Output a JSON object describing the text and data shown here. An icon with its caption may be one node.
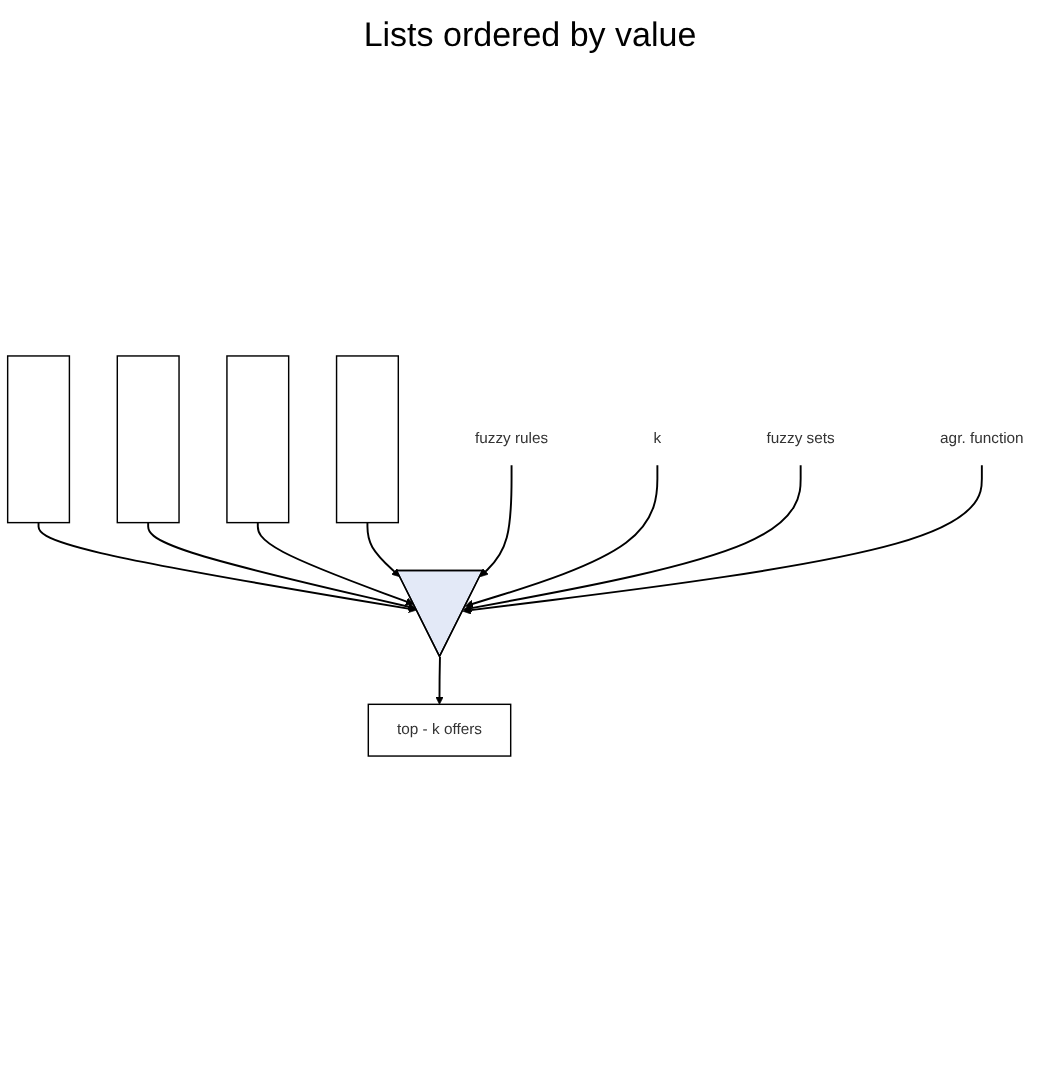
{
  "diagram": {
    "nodes": [
      {
        "text": [],
        "shape": "box"
      },
      {
        "text": [],
        "shape": "box"
      },
      {
        "text": [],
        "shape": "box"
      },
      {
        "text": [],
        "shape": "box"
      },
      {
        "text": [
          "fuzzy rules"
        ]
      },
      {
        "text": [],
        "shape": "triangle"
      },
      {
        "text": [
          "k"
        ]
      },
      {
        "text": [
          "fuzzy sets"
        ]
      },
      {
        "text": [
          "agr. function"
        ]
      },
      {
        "text": [
          "top - k offers"
        ]
      }
    ],
    "edges": [
      {
        "from": 0,
        "to": 5,
        "arrow": "to"
      },
      {
        "from": 1,
        "to": 5,
        "arrow": "to"
      },
      {
        "from": 2,
        "to": 5,
        "arrow": "to"
      },
      {
        "from": 3,
        "to": 5,
        "arrow": "to"
      },
      {
        "from": 4,
        "to": 5,
        "arrow": "to"
      },
      {
        "from": 6,
        "to": 5,
        "arrow": "to"
      },
      {
        "from": 7,
        "to": 5,
        "arrow": "to"
      },
      {
        "from": 8,
        "to": 5,
        "arrow": "to"
      },
      {
        "from": 5,
        "to": 9,
        "arrow": "to"
      }
    ],
    "labels": [
      "Lists ordered by value"
    ]
  }
}
